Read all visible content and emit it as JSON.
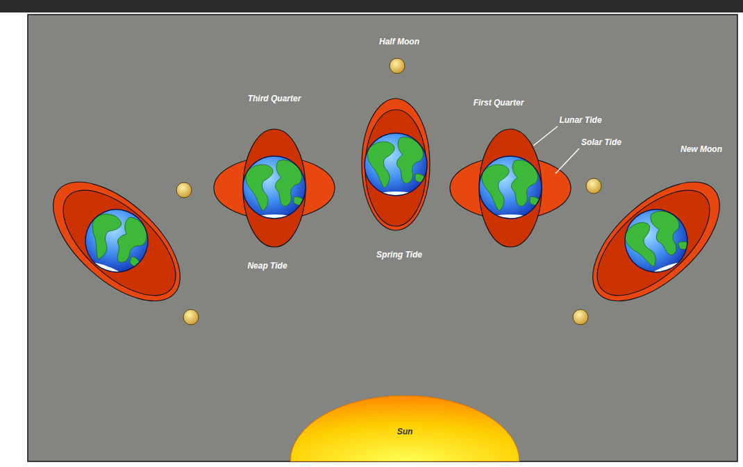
{
  "diagram": {
    "nodes": [
      {
        "text": [
          "Sun"
        ]
      }
    ],
    "labels": [
      "Half Moon",
      "Third Quarter",
      "First Quarter",
      "Lunar Tide",
      "Solar Tide",
      "New Moon",
      "Neap Tide",
      "Spring Tide"
    ]
  }
}
